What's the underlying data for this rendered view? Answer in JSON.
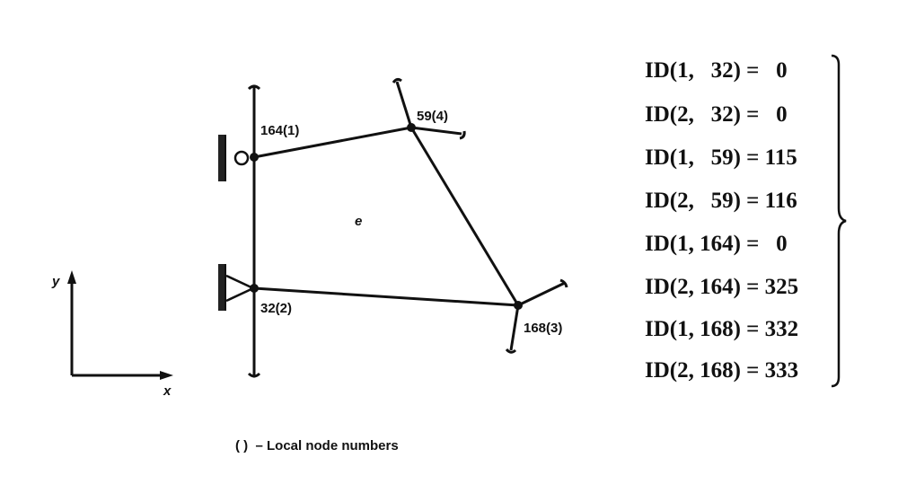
{
  "diagram": {
    "nodes": [
      {
        "id": "n164",
        "label": "164(1)"
      },
      {
        "id": "n59",
        "label": "59(4)"
      },
      {
        "id": "n32",
        "label": "32(2)"
      },
      {
        "id": "n168",
        "label": "168(3)"
      }
    ],
    "element_label": "e",
    "axes": {
      "x": "x",
      "y": "y"
    },
    "legend": "( )  – Local node numbers",
    "id_equations": [
      "ID(1,   32) =   0",
      "ID(2,   32) =   0",
      "ID(1,   59) = 115",
      "ID(2,   59) = 116",
      "ID(1, 164) =   0",
      "ID(2, 164) = 325",
      "ID(1, 168) = 332",
      "ID(2, 168) = 333"
    ]
  }
}
